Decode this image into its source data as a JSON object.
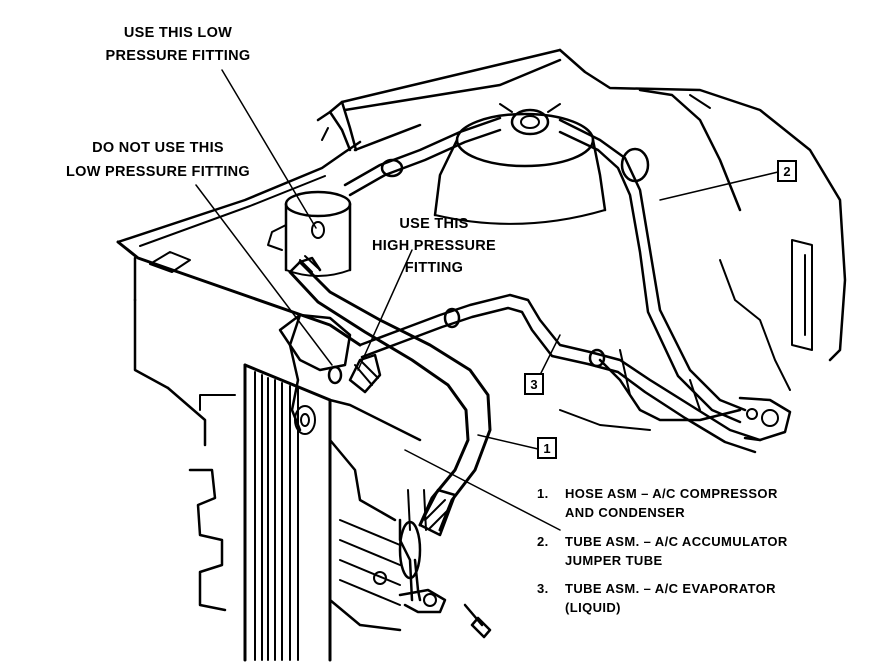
{
  "callouts": {
    "use_low": [
      "USE THIS LOW",
      "PRESSURE FITTING"
    ],
    "dont_low": [
      "DO NOT USE THIS",
      "LOW PRESSURE FITTING"
    ],
    "use_high": [
      "USE THIS",
      "HIGH PRESSURE",
      "FITTING"
    ]
  },
  "markers": {
    "m1": "1",
    "m2": "2",
    "m3": "3"
  },
  "legend": [
    {
      "num": "1.",
      "lines": [
        "HOSE ASM – A/C COMPRESSOR",
        "AND CONDENSER"
      ]
    },
    {
      "num": "2.",
      "lines": [
        "TUBE ASM. – A/C ACCUMULATOR",
        "JUMPER TUBE"
      ]
    },
    {
      "num": "3.",
      "lines": [
        "TUBE ASM. – A/C EVAPORATOR",
        "(LIQUID)"
      ]
    }
  ]
}
